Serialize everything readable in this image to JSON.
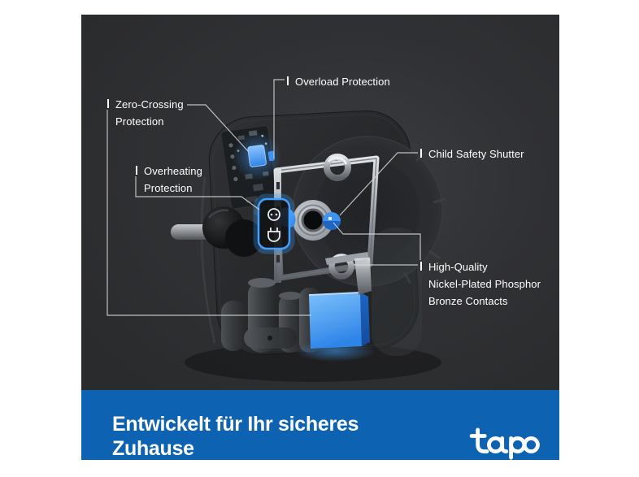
{
  "scene": {
    "page_background": "#ffffff",
    "stage_background": "#2f3033",
    "banner_background": "#0d62b1",
    "accent_blue": "#3f93f0",
    "glow_blue": "#41a0ff",
    "label_color": "#ffffff"
  },
  "callouts": {
    "overload": {
      "line1": "Overload Protection"
    },
    "zero_crossing": {
      "line1": "Zero-Crossing",
      "line2": "Protection"
    },
    "overheating": {
      "line1": "Overheating",
      "line2": "Protection"
    },
    "child_safety": {
      "line1": "Child Safety Shutter"
    },
    "contacts": {
      "line1": "High-Quality",
      "line2": "Nickel-Plated Phosphor",
      "line3": "Bronze Contacts"
    }
  },
  "banner": {
    "headline_line1": "Entwickelt für Ihr sicheres",
    "headline_line2": "Zuhause",
    "brand": "tapo"
  }
}
